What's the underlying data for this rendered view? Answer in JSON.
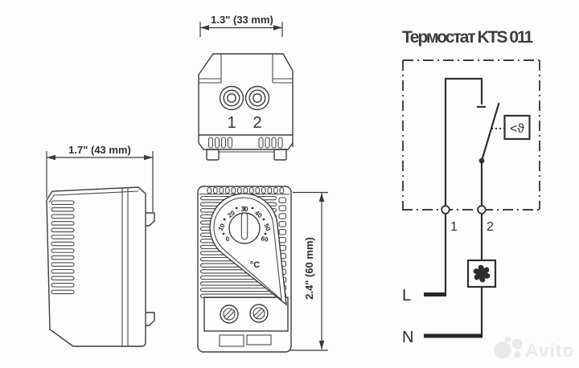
{
  "document_type": "thermostat technical drawing",
  "views": {
    "top": {
      "dimension_label": "1.3\" (33 mm)",
      "terminal_labels": [
        "1",
        "2"
      ]
    },
    "side": {
      "dimension_label": "1.7\" (43 mm)"
    },
    "front": {
      "dimension_label": "2.4\" (60 mm)",
      "dial_scale": [
        "0",
        "10",
        "20",
        "30",
        "40",
        "50",
        "60"
      ],
      "dial_unit": "°C",
      "dial_pointer_position": "30"
    }
  },
  "circuit": {
    "title": "Термостат KTS 011",
    "sensor_box_label": "<ϑ",
    "terminal_labels": [
      "1",
      "2"
    ],
    "line_label": "L",
    "neutral_label": "N"
  },
  "watermark": {
    "text": "Avito"
  },
  "colors": {
    "background": "#fdfdfd",
    "line_art": "#3c3c3c",
    "circuit_line": "#303030",
    "text": "#2e2e2e",
    "watermark": "#e9e9e9"
  }
}
